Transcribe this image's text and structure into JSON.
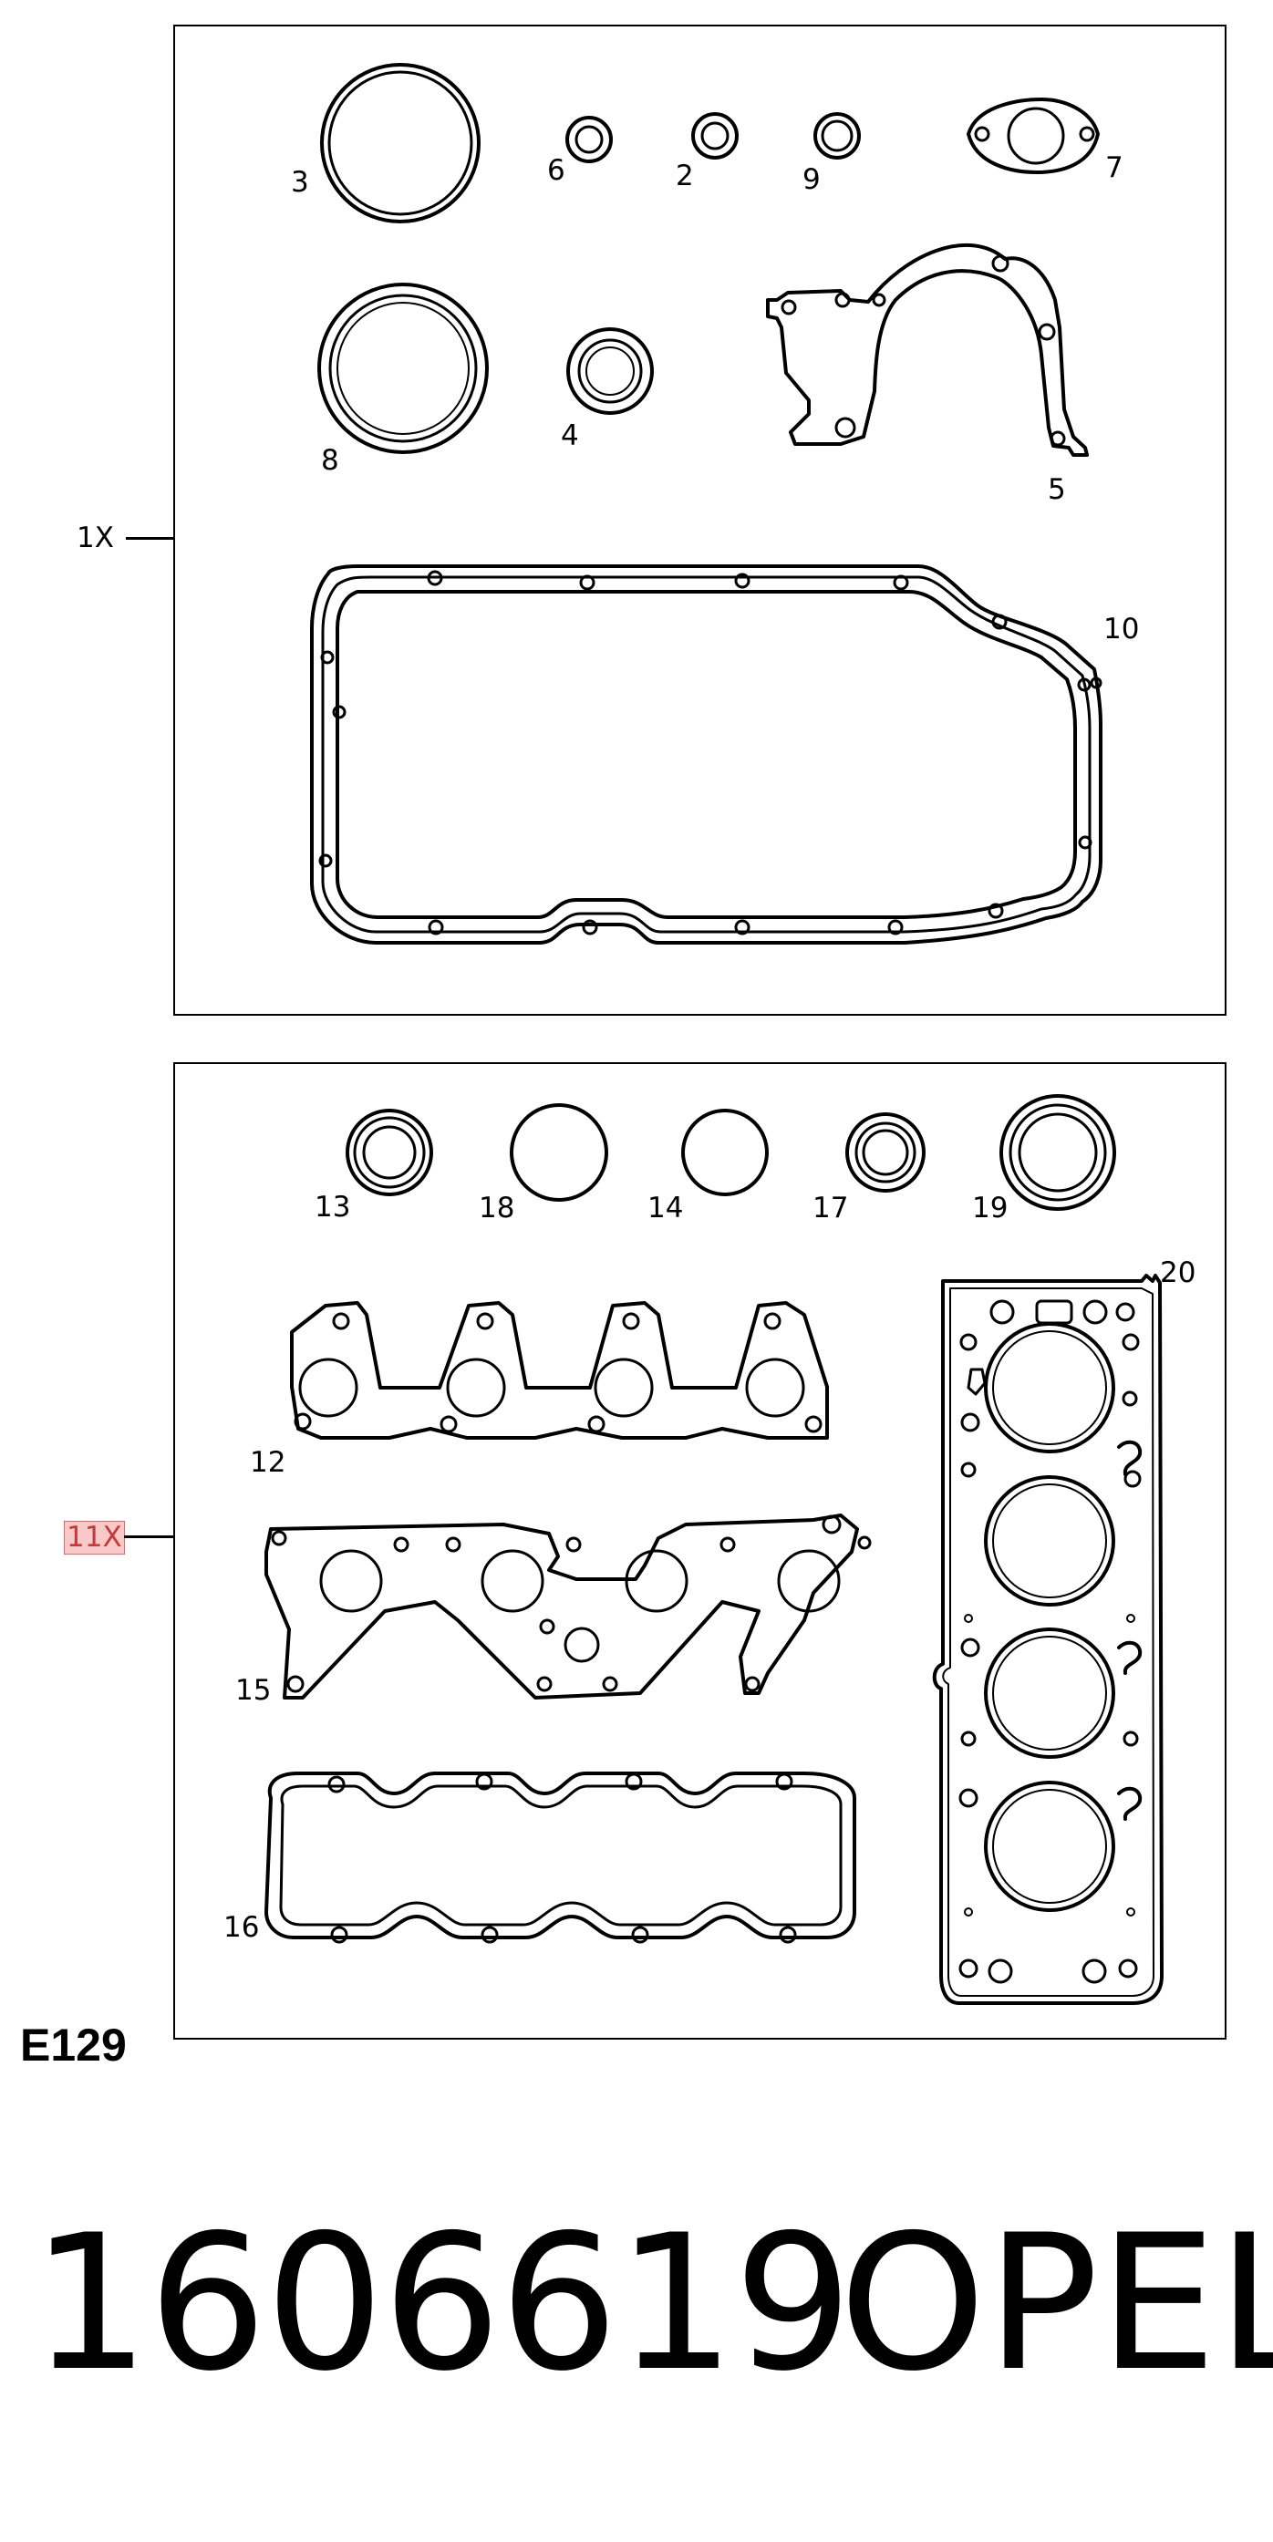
{
  "diagram": {
    "top_panel": {
      "quantity": "1X",
      "callouts": [
        "3",
        "6",
        "2",
        "9",
        "7",
        "8",
        "4",
        "5",
        "10"
      ]
    },
    "bottom_panel": {
      "quantity": "11X",
      "callouts": [
        "13",
        "18",
        "14",
        "17",
        "19",
        "20",
        "12",
        "15",
        "16"
      ]
    },
    "diagram_code": "E129"
  },
  "footer": {
    "part_number": "1606619",
    "brand": "OPEL"
  },
  "colors": {
    "line": "#000000",
    "highlight_fill": "#f7c9c9",
    "highlight_border": "#e36a6a"
  }
}
